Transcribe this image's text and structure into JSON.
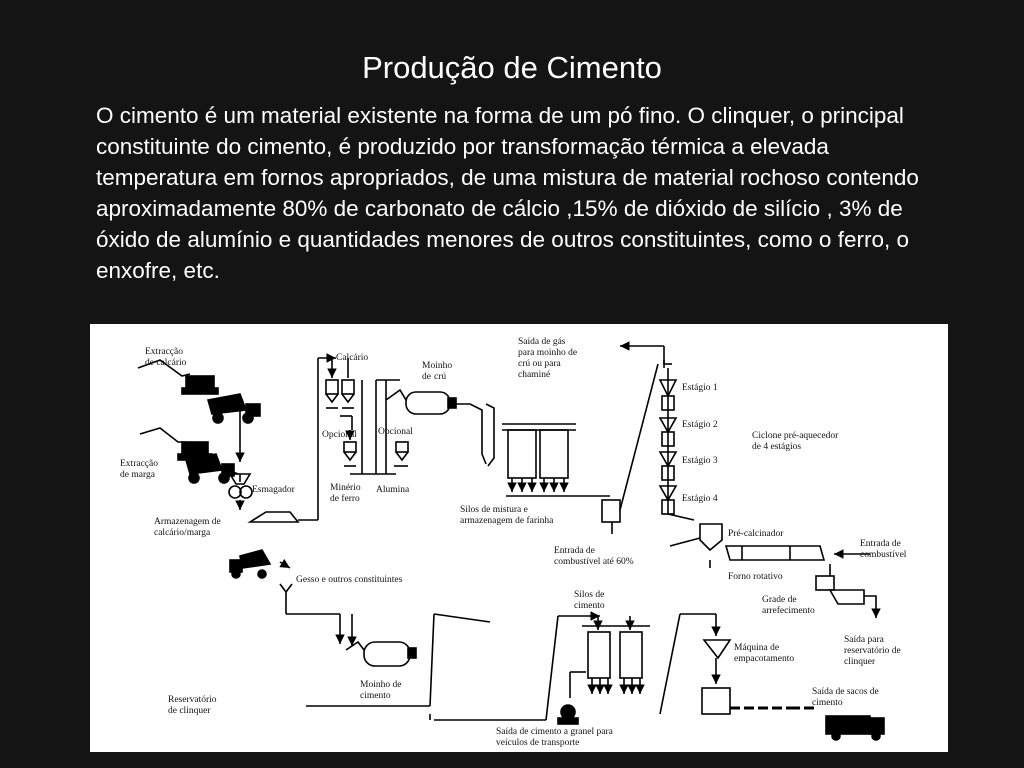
{
  "slide": {
    "title": "Produção de Cimento",
    "paragraph": "O cimento é um material existente na forma de um pó fino. O clinquer, o principal constituinte do cimento, é produzido por transformação térmica a elevada temperatura em fornos apropriados, de uma mistura de material rochoso contendo aproximadamente 80% de carbonato de cálcio ,15% de dióxido de silício , 3% de óxido de alumínio e quantidades menores de outros constituintes, como o ferro, o enxofre, etc."
  },
  "diagram": {
    "labels": {
      "extraccao_calcario": [
        "Extracção",
        "de calcário"
      ],
      "extraccao_marga": [
        "Extracção",
        "de marga"
      ],
      "esmagador": "Esmagador",
      "armazenagem": [
        "Armazenagem de",
        "calcário/marga"
      ],
      "calcario": "Calcário",
      "opcional_1": "Opcional",
      "opcional_2": "Opcional",
      "minerio_ferro": [
        "Minério",
        "de ferro"
      ],
      "alumina": "Alumina",
      "moinho_cru": [
        "Moinho",
        "de",
        "crú"
      ],
      "silos_mistura": [
        "Silos de mistura e",
        "armazenagem de farinha"
      ],
      "saida_gas": [
        "Saída de gás",
        "para moinho de",
        "crú ou para",
        "chaminé"
      ],
      "estagio_1": "Estágio 1",
      "estagio_2": "Estágio 2",
      "estagio_3": "Estágio 3",
      "estagio_4": "Estágio 4",
      "ciclone": [
        "Ciclone pré-aquecedor",
        "de 4 estágios"
      ],
      "pre_calcinador": "Pré-calcinador",
      "entrada_combustivel_60": [
        "Entrada de",
        "combustível até 60%"
      ],
      "entrada_combustivel": [
        "Entrada de",
        "combustível"
      ],
      "forno_rotativo": "Forno rotativo",
      "grade_arrefecimento": [
        "Grade de",
        "arrefecimento"
      ],
      "saida_reservatorio_clinquer": [
        "Saída para",
        "reservatório de",
        "clinquer"
      ],
      "gesso": "Gesso e outros constituintes",
      "reservatorio_clinquer": [
        "Reservatório",
        "de clinquer"
      ],
      "moinho_cimento": [
        "Moinho de",
        "cimento"
      ],
      "silos_cimento": [
        "Silos de",
        "cimento"
      ],
      "saida_granel": [
        "Saída de cimento a granel para",
        "veículos de transporte"
      ],
      "maquina_empacotamento": [
        "Máquina de",
        "empacotamento"
      ],
      "saida_sacos": [
        "Saída de sacos de",
        "cimento"
      ]
    }
  }
}
